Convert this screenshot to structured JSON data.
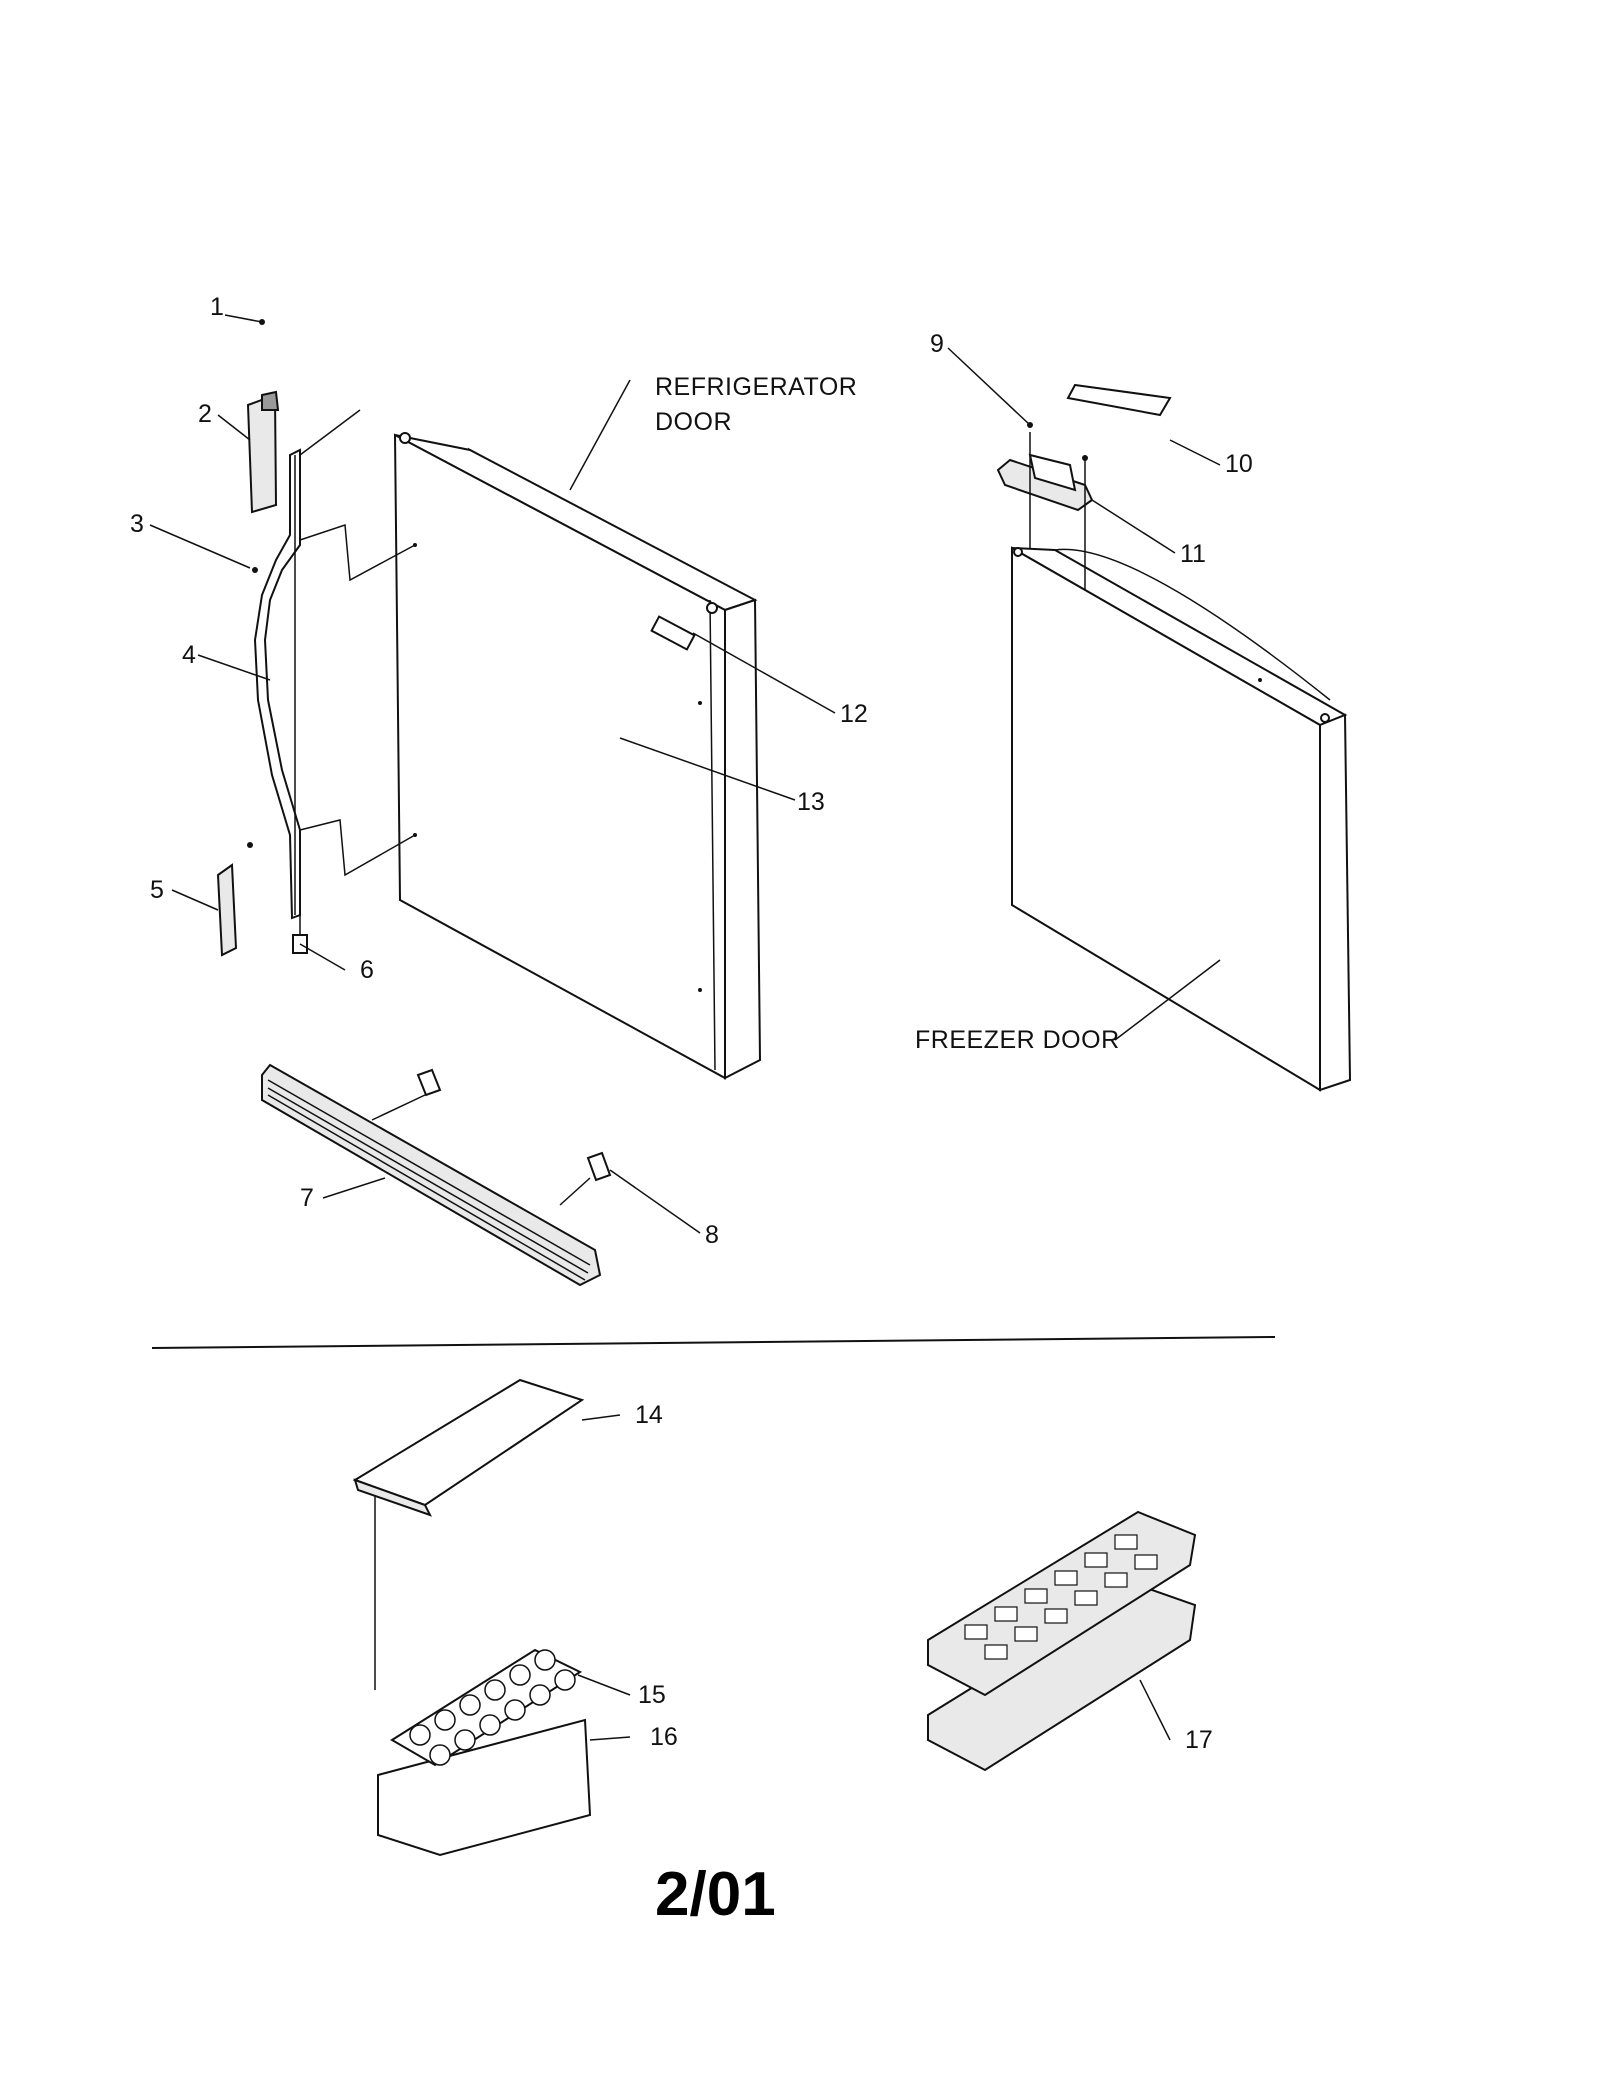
{
  "callouts": {
    "c1": "1",
    "c2": "2",
    "c3": "3",
    "c4": "4",
    "c5": "5",
    "c6": "6",
    "c7": "7",
    "c8": "8",
    "c9": "9",
    "c10": "10",
    "c11": "11",
    "c12": "12",
    "c13": "13",
    "c14": "14",
    "c15": "15",
    "c16": "16",
    "c17": "17"
  },
  "labels": {
    "refrigerator_door_line1": "REFRIGERATOR",
    "refrigerator_door_line2": "DOOR",
    "freezer_door": "FREEZER DOOR"
  },
  "revision_date": "2/01"
}
